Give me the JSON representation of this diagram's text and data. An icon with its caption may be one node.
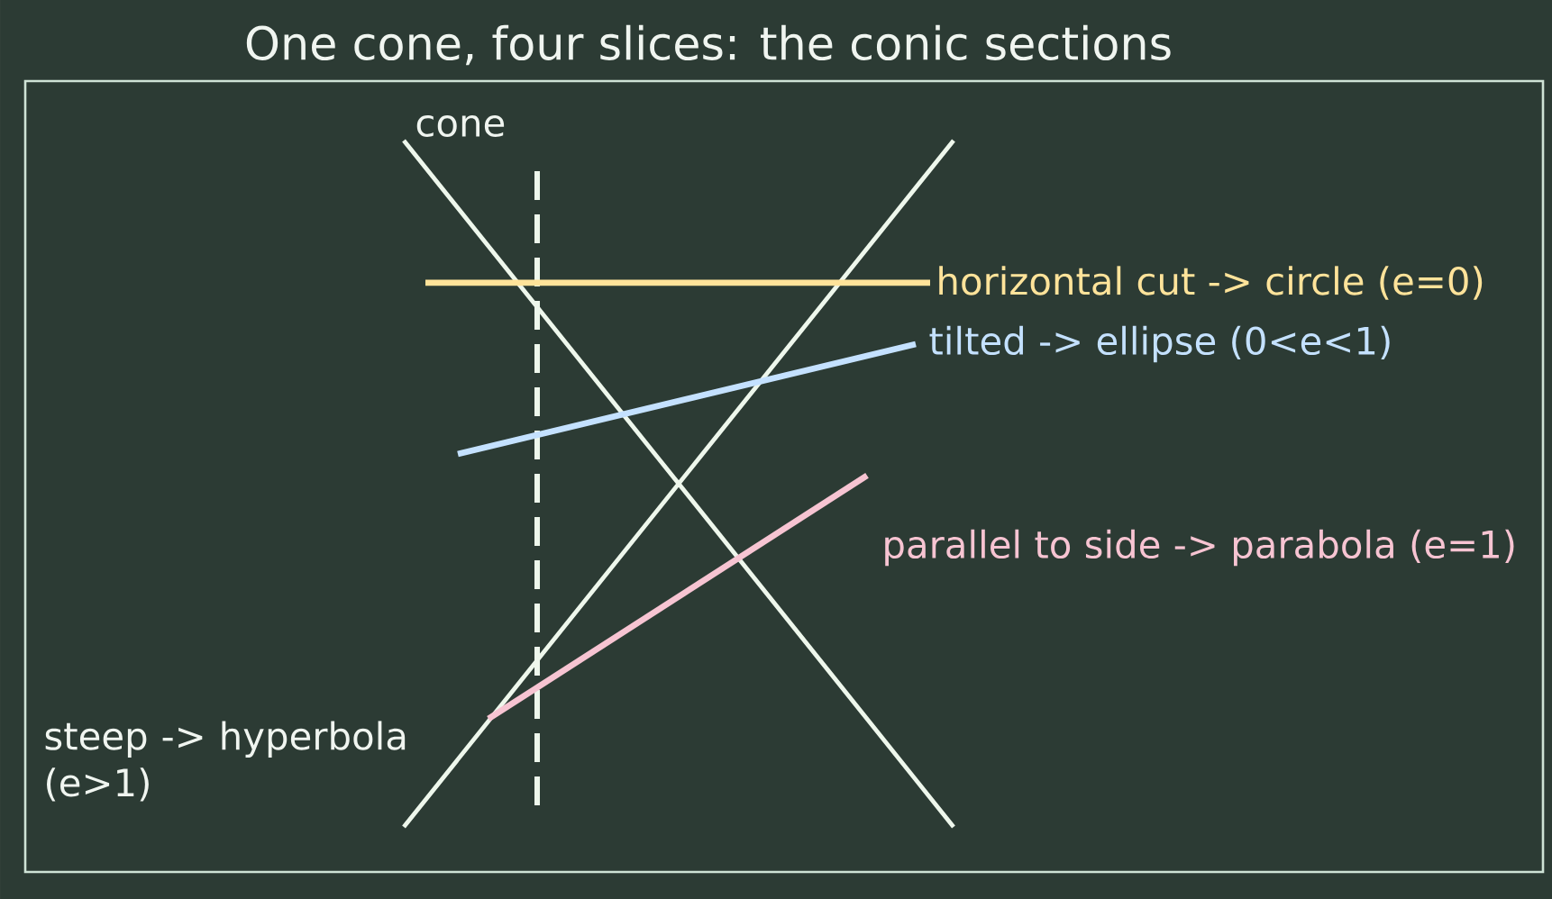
{
  "diagram": {
    "title": "One cone, four slices: the conic sections",
    "labels": [
      "cone",
      "horizontal cut -> circle (e=0)",
      "tilted -> ellipse (0<e<1)",
      "parallel to side -> parabola (e=1)",
      "steep -> hyperbola (e>1)"
    ]
  }
}
